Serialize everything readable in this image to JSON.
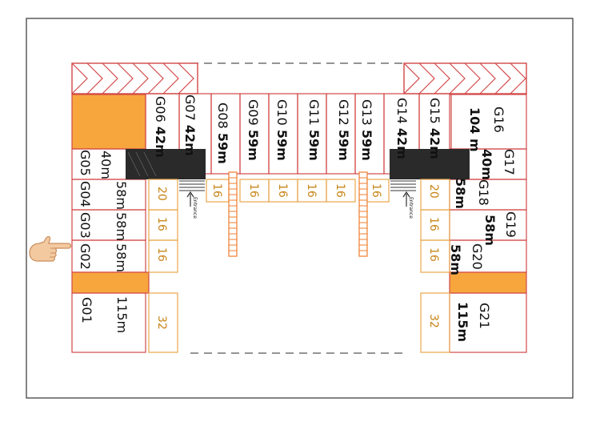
{
  "stalls": {
    "G01": {
      "code": "G01",
      "size": "115m",
      "bold": false
    },
    "G02": {
      "code": "G02",
      "size": "58m",
      "bold": false
    },
    "G03": {
      "code": "G03",
      "size": "58m",
      "bold": false
    },
    "G04": {
      "code": "G04",
      "size": "58m",
      "bold": false
    },
    "G05": {
      "code": "G05",
      "size": "40m",
      "bold": false
    },
    "G06": {
      "code": "G06",
      "size": "42m",
      "bold": true
    },
    "G07": {
      "code": "G07",
      "size": "42m",
      "bold": true
    },
    "G08": {
      "code": "G08",
      "size": "59m",
      "bold": true
    },
    "G09": {
      "code": "G09",
      "size": "59m",
      "bold": true
    },
    "G10": {
      "code": "G10",
      "size": "59m",
      "bold": true
    },
    "G11": {
      "code": "G11",
      "size": "59m",
      "bold": true
    },
    "G12": {
      "code": "G12",
      "size": "59m",
      "bold": true
    },
    "G13": {
      "code": "G13",
      "size": "59m",
      "bold": true
    },
    "G14": {
      "code": "G14",
      "size": "42m",
      "bold": true
    },
    "G15": {
      "code": "G15",
      "size": "42m",
      "bold": true
    },
    "G16": {
      "code": "G16",
      "size": "104 m",
      "bold": true
    },
    "G17": {
      "code": "G17",
      "size": "40m",
      "bold": true
    },
    "G18": {
      "code": "G18",
      "size": "58m",
      "bold": true
    },
    "G19": {
      "code": "G19",
      "size": "58m",
      "bold": true
    },
    "G20": {
      "code": "G20",
      "size": "58m",
      "bold": true
    },
    "G21": {
      "code": "G21",
      "size": "115m",
      "bold": true
    }
  },
  "bays": {
    "left": [
      "20",
      "16",
      "16",
      "32"
    ],
    "top": [
      "16",
      "16",
      "16",
      "16",
      "16",
      "16"
    ],
    "right": [
      "20",
      "16",
      "16",
      "32"
    ]
  },
  "entrance_label": "Entrance",
  "icons": {
    "pointer": "pointing-hand-icon"
  },
  "colors": {
    "stall_outline": "#d24848",
    "bay_outline": "#e8a64a",
    "bay_text": "#c9861a",
    "highlight": "#f7a63e",
    "core": "#2a2a2a",
    "stair": "#ef7d2c"
  }
}
